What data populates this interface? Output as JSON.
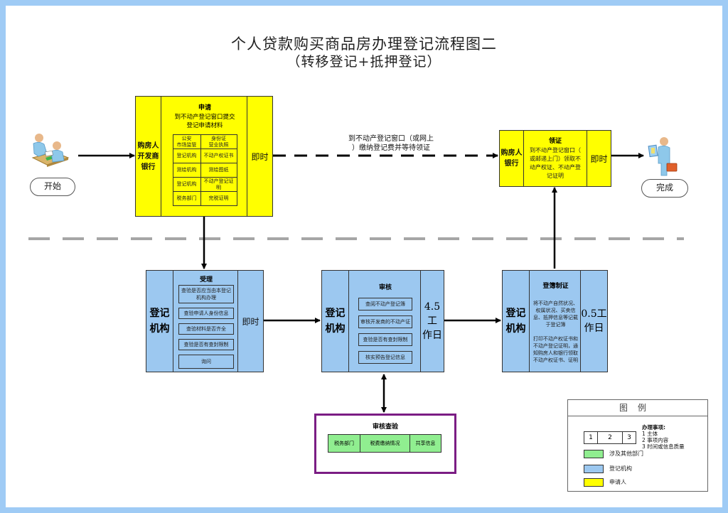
{
  "title": {
    "line1": "个人贷款购买商品房办理登记流程图二",
    "line2": "（转移登记+抵押登记）"
  },
  "start": {
    "label": "开始",
    "icon": "people-at-desk-icon"
  },
  "end": {
    "label": "完成",
    "icon": "person-with-certificate-icon"
  },
  "apply_box": {
    "actor": "购房人\n开发商\n银行",
    "actor_lines": [
      "购房人",
      "开发商",
      "银行"
    ],
    "heading": "申请",
    "desc_lines": [
      "到不动产登记窗口提交",
      "登记申请材料"
    ],
    "materials": [
      [
        "公安\n市场监管",
        "身份证\n营业执照"
      ],
      [
        "登记机构",
        "不动产权证书"
      ],
      [
        "测绘机构",
        "测绘图纸"
      ],
      [
        "登记机构",
        "不动产登记证明"
      ],
      [
        "税务部门",
        "完税证明"
      ]
    ],
    "time": "即时"
  },
  "dashed_arrow_label": {
    "line1": "到不动产登记窗口（或网上",
    "line2": "）缴纳登记费并等待领证"
  },
  "collect_box": {
    "actor_lines": [
      "购房人",
      "银行"
    ],
    "heading": "领证",
    "desc_lines": [
      "到不动产登记窗口（",
      "或邮递上门）领取不",
      "动产权证、不动产登",
      "记证明"
    ],
    "time": "即时"
  },
  "accept_box": {
    "actor_lines": [
      "登记",
      "机构"
    ],
    "heading": "受理",
    "steps": [
      "查验是否应当由本登记机构办理",
      "查验申请人身份信息",
      "查验材料是否齐全",
      "查验是否有查封限制",
      "询问"
    ],
    "time": "即时"
  },
  "review_box": {
    "actor_lines": [
      "登记",
      "机构"
    ],
    "heading": "审核",
    "steps": [
      "查阅不动产登记簿",
      "审核开发商的不动产证",
      "查验是否有查封限制",
      "核实预告登记信息"
    ],
    "time_lines": [
      "4.5工",
      "作日"
    ]
  },
  "record_box": {
    "actor_lines": [
      "登记",
      "机构"
    ],
    "heading": "登簿制证",
    "para1": "将不动产自然状况、权属状况、买卖信息、抵押信息等记载于登记簿",
    "para2": "打印不动产权证书和不动产登记证明，通知购房人和银行领取不动产权证书、证明",
    "time_lines": [
      "0.5工",
      "作日"
    ]
  },
  "verify_box": {
    "heading": "审核查验",
    "items": [
      "税务部门",
      "税费缴纳情况",
      "共享信息"
    ]
  },
  "legend": {
    "title": "图例",
    "cells": [
      "1",
      "2",
      "3"
    ],
    "notes_title": "办理事项:",
    "notes": [
      "1 主体",
      "2 事项内容",
      "3 时间或信息质量"
    ],
    "swatches": [
      {
        "label": "涉及其他部门",
        "color": "#90ee90"
      },
      {
        "label": "登记机构",
        "color": "#9cc8f0"
      },
      {
        "label": "申请人",
        "color": "#ffff00"
      }
    ]
  },
  "colors": {
    "frame": "#9fcbf5",
    "applicant": "#ffff00",
    "registry": "#9cc8f0",
    "other_dept": "#90ee90",
    "verify_border": "#7b1d84",
    "separator": "#a6a6a6"
  }
}
